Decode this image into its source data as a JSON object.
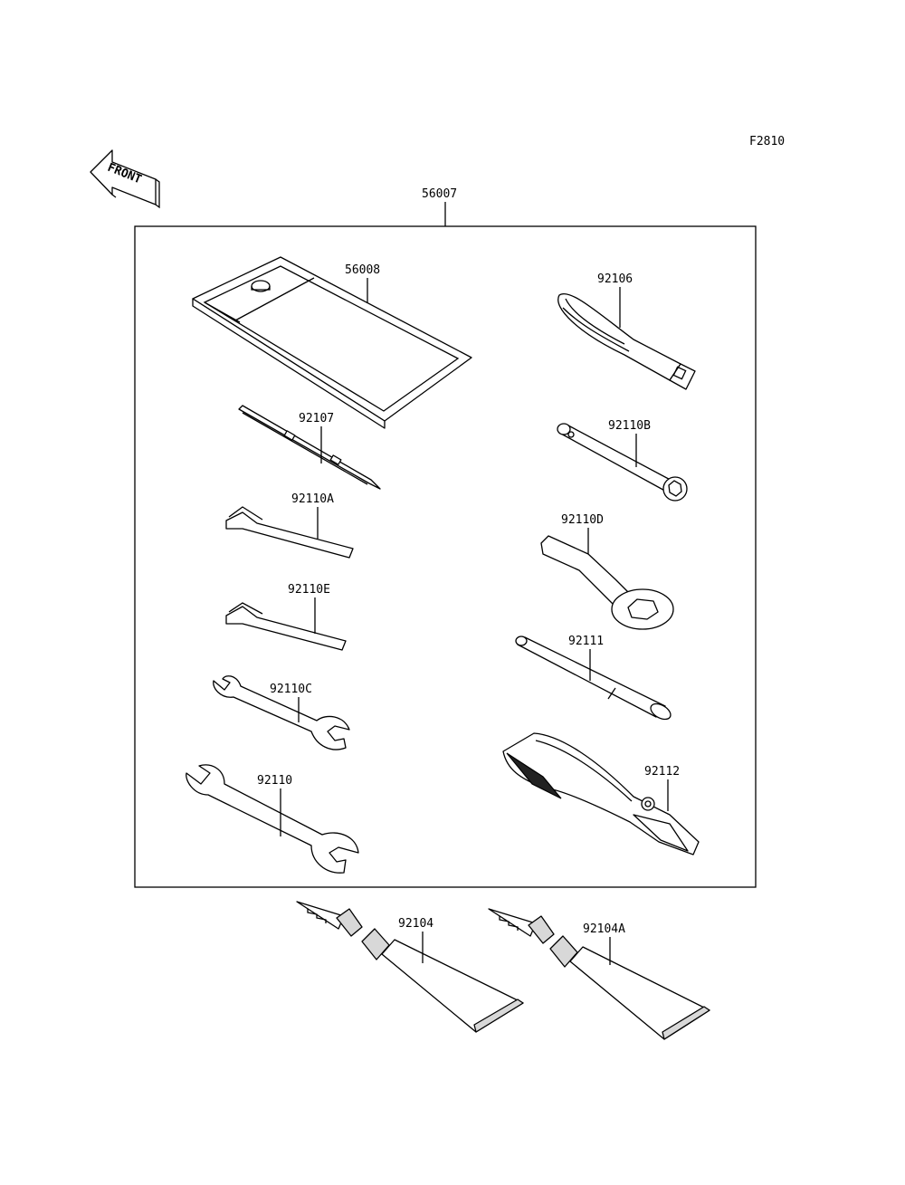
{
  "figure_code": "F2810",
  "front_label": "FRONT",
  "parts": {
    "kit": "56007",
    "case": "56008",
    "screwdriver_handle": "92106",
    "screwdriver_bit": "92107",
    "box_wrench_b": "92110B",
    "hex_wrench_a": "92110A",
    "ring_wrench_d": "92110D",
    "hex_wrench_e": "92110E",
    "extension_bar": "92111",
    "wrench_c": "92110C",
    "pliers": "92112",
    "wrench": "92110",
    "grease_tube": "92104",
    "grease_tube_a": "92104A"
  }
}
